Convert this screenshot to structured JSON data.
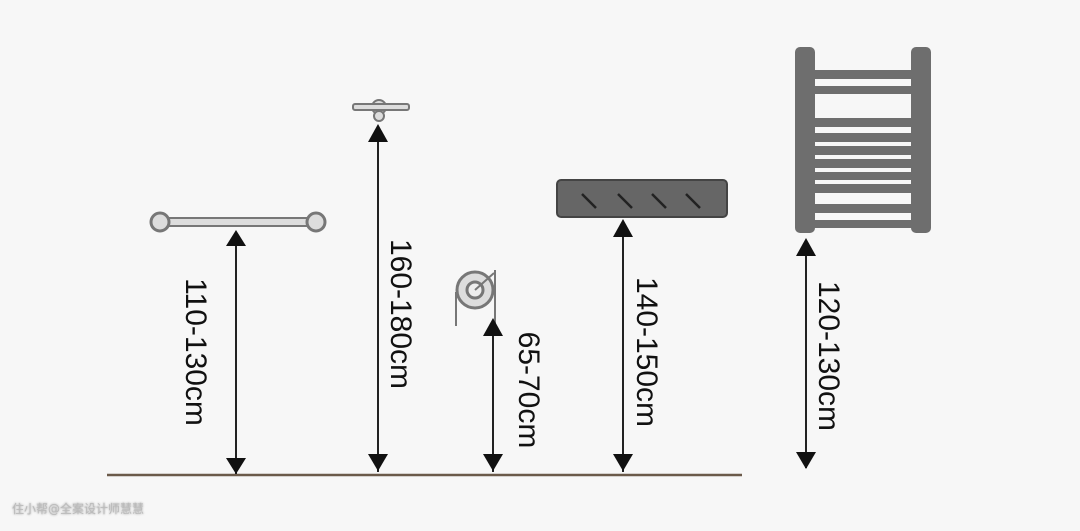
{
  "labels": {
    "grab_bar": "110-130cm",
    "hook": "160-180cm",
    "toilet_paper_holder": "65-70cm",
    "shelf": "140-150cm",
    "towel_rack": "120-130cm"
  },
  "watermark": "住小帮@全案设计师慧慧",
  "colors": {
    "fixture": "#6e6e6e",
    "line": "#111111",
    "floor": "#6b5a4a"
  }
}
